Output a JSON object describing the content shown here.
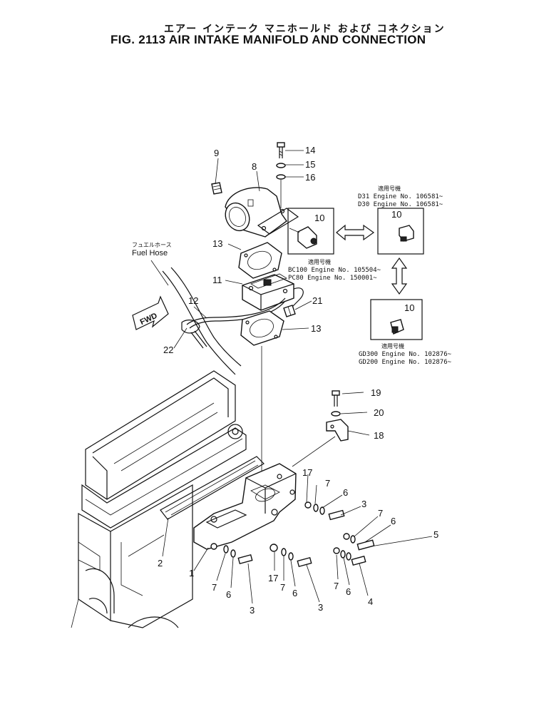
{
  "title_jp": "エアー インテーク マニホールド および コネクション",
  "title_en": "FIG. 2113  AIR INTAKE MANIFOLD AND CONNECTION",
  "fuel_hose_jp": "フュエルホース",
  "fuel_hose_en": "Fuel Hose",
  "fwd_label": "FWD",
  "applicability": {
    "top": {
      "heading_jp": "適用号機",
      "line1": "D31  Engine  No. 106581~",
      "line2": "D30  Engine  No. 106581~"
    },
    "middle": {
      "heading_jp": "適用号機",
      "line1": "BC100  Engine  No. 105504~",
      "line2": "PC80   Engine  No. 150001~"
    },
    "bottom": {
      "heading_jp": "適用号機",
      "line1": "GD300  Engine  No. 102876~",
      "line2": "GD200  Engine  No. 102876~"
    }
  },
  "callouts": {
    "c1": "1",
    "c2": "2",
    "c3a": "3",
    "c3b": "3",
    "c3c": "3",
    "c4": "4",
    "c5": "5",
    "c6a": "6",
    "c6b": "6",
    "c6c": "6",
    "c6d": "6",
    "c6e": "6",
    "c7a": "7",
    "c7b": "7",
    "c7c": "7",
    "c7d": "7",
    "c7e": "7",
    "c8": "8",
    "c9": "9",
    "c10a": "10",
    "c10b": "10",
    "c10c": "10",
    "c11": "11",
    "c12": "12",
    "c13a": "13",
    "c13b": "13",
    "c14": "14",
    "c15": "15",
    "c16": "16",
    "c17a": "17",
    "c17b": "17",
    "c18": "18",
    "c19": "19",
    "c20": "20",
    "c21": "21",
    "c22": "22"
  }
}
